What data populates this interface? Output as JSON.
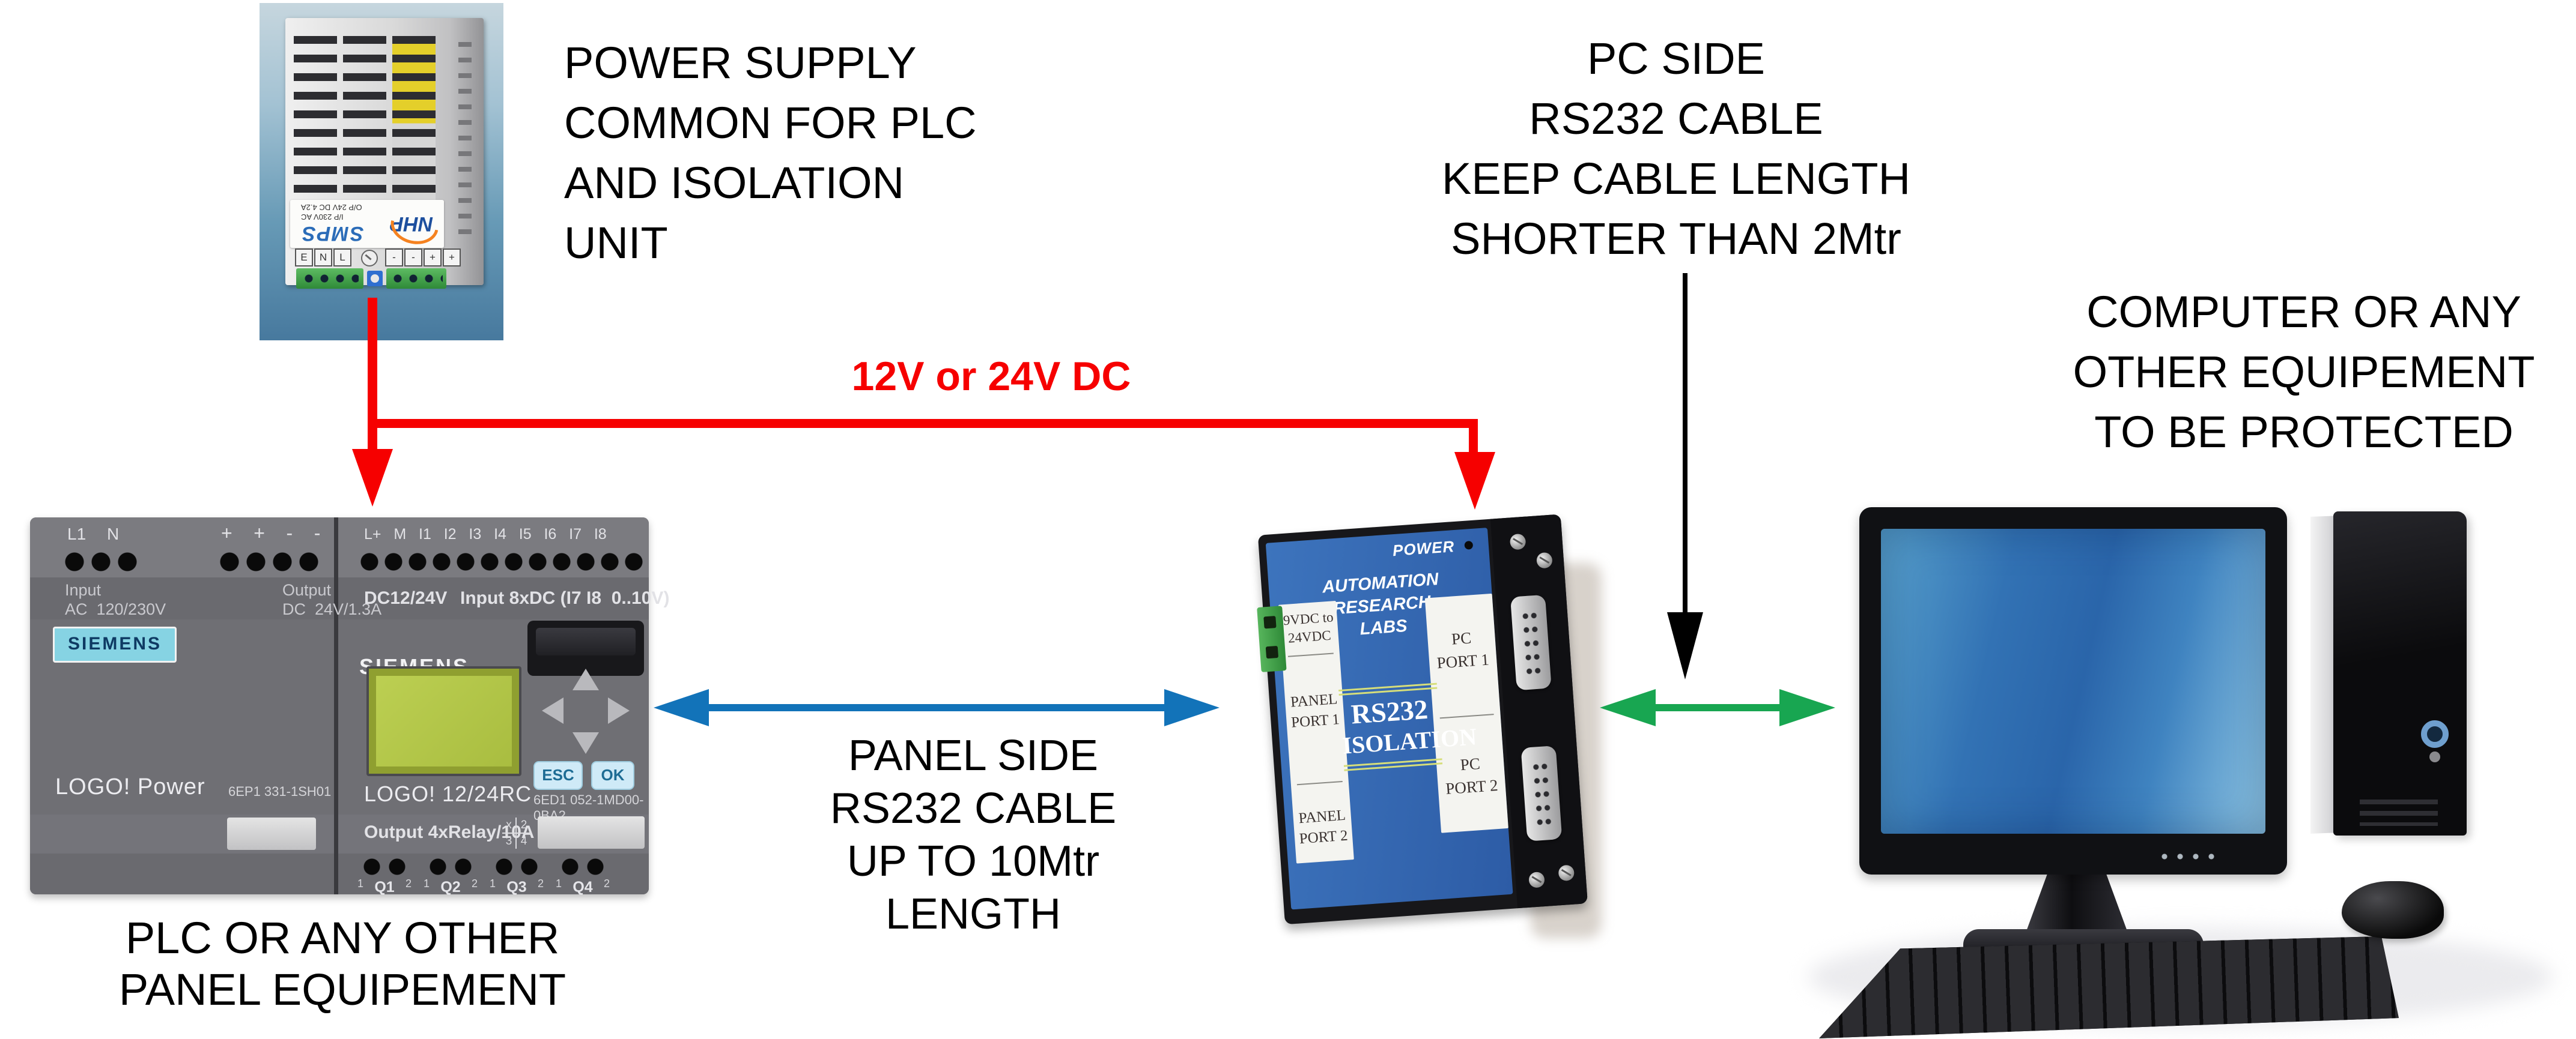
{
  "captions": {
    "power_supply": [
      "POWER SUPPLY",
      "COMMON FOR PLC",
      "AND ISOLATION",
      "UNIT"
    ],
    "pc_side_cable": [
      "PC SIDE",
      "RS232 CABLE",
      "KEEP CABLE LENGTH",
      "SHORTER THAN 2Mtr"
    ],
    "protected_equipment": [
      "COMPUTER OR ANY",
      "OTHER EQUIPEMENT",
      "TO BE PROTECTED"
    ],
    "dc_supply": "12V or 24V DC",
    "panel_side_cable": [
      "PANEL SIDE",
      "RS232 CABLE",
      "UP TO 10Mtr",
      "LENGTH"
    ],
    "plc_equipment": [
      "PLC OR ANY OTHER",
      "PANEL EQUIPEMENT"
    ]
  },
  "psu": {
    "brand": "SMPS",
    "logo": "NHP",
    "rating1": "I/P 230V AC",
    "rating2": "O/P 24V DC 4.2A",
    "ac_terminals": [
      "E",
      "N",
      "L"
    ],
    "dc_terminals": [
      "-",
      "-",
      "+",
      "+"
    ]
  },
  "plc": {
    "left": {
      "t1": "L1",
      "t2": "N",
      "polarity": "+    +    -    -",
      "input_label": "Input",
      "input_rating": "AC  120/230V",
      "output_label": "Output",
      "output_rating": "DC  24V/1.3A",
      "brand": "SIEMENS",
      "model": "LOGO! Power",
      "part": "6EP1  331-1SH01"
    },
    "right": {
      "terminals": "L+   M   I1   I2   I3   I4   I5   I6   I7   I8",
      "voltage": "DC12/24V",
      "input_spec": "Input 8xDC (I7 I8  0..10V)",
      "brand": "SIEMENS",
      "esc": "ESC",
      "ok": "OK",
      "model": "LOGO! 12/24RC",
      "part": "6ED1 052-1MD00-0BA2",
      "output_spec": "Output 4xRelay/10A",
      "relay_matrix": [
        "x",
        "2",
        "3",
        "4"
      ],
      "pin_left": "1",
      "pin_right": "2",
      "q_labels": [
        "Q1",
        "Q2",
        "Q3",
        "Q4"
      ]
    }
  },
  "isolation": {
    "power": "POWER",
    "brand1": "AUTOMATION",
    "brand2": "RESEARCH LABS",
    "vin1": "9VDC to",
    "vin2": "24VDC",
    "pp1a": "PANEL",
    "pp1b": "PORT 1",
    "pp2a": "PANEL",
    "pp2b": "PORT 2",
    "title1": "RS232",
    "title2": "ISOLATION",
    "pc1a": "PC",
    "pc1b": "PORT 1",
    "pc2a": "PC",
    "pc2b": "PORT 2"
  },
  "colors": {
    "arrow_red": "#f60000",
    "arrow_blue": "#1273b9",
    "arrow_green": "#18a651",
    "caption_black": "#000000"
  }
}
